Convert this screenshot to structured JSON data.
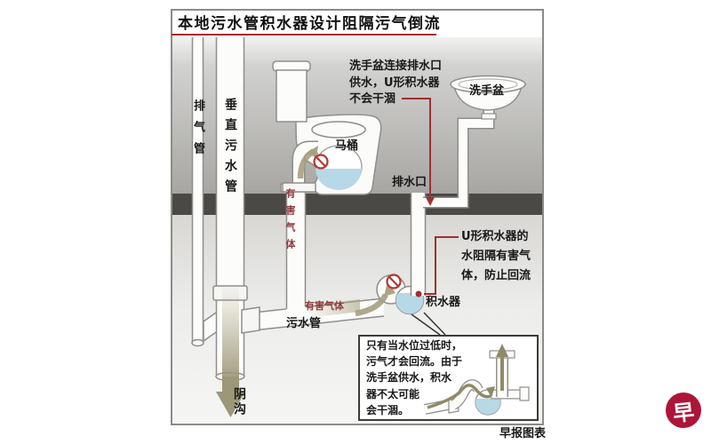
{
  "title": "本地污水管积水器设计阻隔污气倒流",
  "credit": "早报图表",
  "logo_glyph": "早",
  "labels": {
    "vent_pipe": "排气管",
    "vertical_soil_pipe": "垂直污水管",
    "toilet": "马桶",
    "washbasin": "洗手盆",
    "drain_outlet": "排水口",
    "soil_pipe": "污水管",
    "water_trap": "积水器",
    "sewer": "阴沟",
    "harmful_gas_toilet": "有害气体",
    "harmful_gas_pipe": "有害气体"
  },
  "annotations": {
    "basin_note": [
      "洗手盆连接排水口",
      "供水，U形积水器",
      "不会干涸"
    ],
    "trap_note": [
      "U形积水器的",
      "水阻隔有害气",
      "体，防止回流"
    ],
    "callout_note": [
      "只有当水位过低时，",
      "污气才会回流。由于",
      "洗手盆供水，积水",
      "器不太可能",
      "会干涸。"
    ]
  },
  "colors": {
    "accent_red": "#9e2f33",
    "underline_red": "#a8292e",
    "harmful_gas_text": "#8f3a3c",
    "water_blue": "#b7d8e6",
    "floor_dark": "#4b4946",
    "flow_olive": "#9c9778",
    "pipe_outline": "#8f8e8a",
    "logo_red": "#ad1538"
  }
}
